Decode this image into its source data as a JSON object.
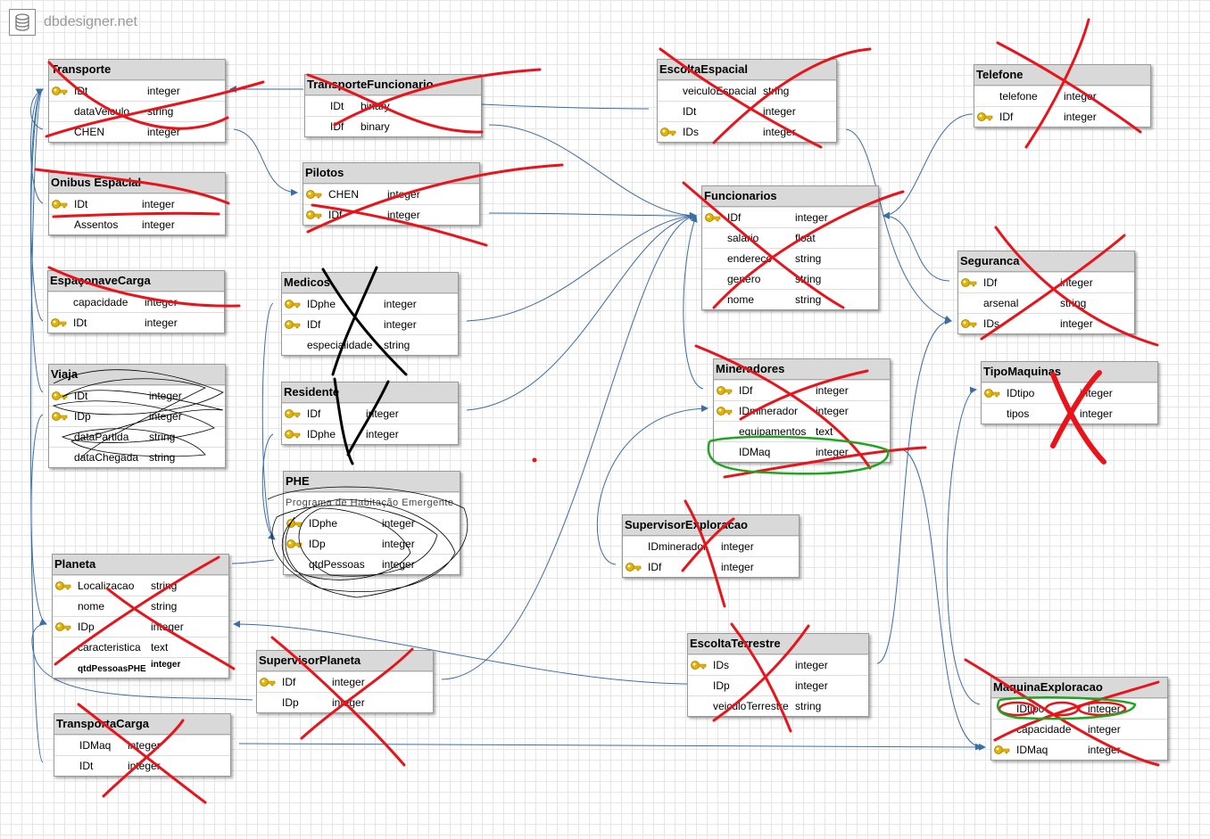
{
  "app": {
    "brand": "dbdesigner.net",
    "logo_icon": "database-icon"
  },
  "tables": {
    "transporte": {
      "title": "Transporte",
      "rows": [
        {
          "name": "IDt",
          "type": "integer"
        },
        {
          "name": "dataVeiculo",
          "type": "string"
        },
        {
          "name": "CHEN",
          "type": "integer"
        }
      ]
    },
    "transportefuncionario": {
      "title": "TransporteFuncionario",
      "rows": [
        {
          "name": "IDt",
          "type": "binary"
        },
        {
          "name": "IDf",
          "type": "binary"
        }
      ]
    },
    "escoltaespacial": {
      "title": "EscoltaEspacial",
      "rows": [
        {
          "name": "veiculoEspacial",
          "type": "string"
        },
        {
          "name": "IDt",
          "type": "integer"
        },
        {
          "name": "IDs",
          "type": "integer"
        }
      ]
    },
    "telefone": {
      "title": "Telefone",
      "rows": [
        {
          "name": "telefone",
          "type": "integer"
        },
        {
          "name": "IDf",
          "type": "integer"
        }
      ]
    },
    "onibusespacial": {
      "title": "Onibus Espacial",
      "rows": [
        {
          "name": "IDt",
          "type": "integer"
        },
        {
          "name": "Assentos",
          "type": "integer"
        }
      ]
    },
    "pilotos": {
      "title": "Pilotos",
      "rows": [
        {
          "name": "CHEN",
          "type": "integer"
        },
        {
          "name": "IDf",
          "type": "integer"
        }
      ]
    },
    "funcionarios": {
      "title": "Funcionarios",
      "rows": [
        {
          "name": "IDf",
          "type": "integer"
        },
        {
          "name": "salario",
          "type": "float"
        },
        {
          "name": "endereco",
          "type": "string"
        },
        {
          "name": "genero",
          "type": "string"
        },
        {
          "name": "nome",
          "type": "string"
        }
      ]
    },
    "seguranca": {
      "title": "Seguranca",
      "rows": [
        {
          "name": "IDf",
          "type": "integer"
        },
        {
          "name": "arsenal",
          "type": "string"
        },
        {
          "name": "IDs",
          "type": "integer"
        }
      ]
    },
    "espaconavecarga": {
      "title": "EspaçonaveCarga",
      "rows": [
        {
          "name": "capacidade",
          "type": "integer"
        },
        {
          "name": "IDt",
          "type": "integer"
        }
      ]
    },
    "medicos": {
      "title": "Medicos",
      "rows": [
        {
          "name": "IDphe",
          "type": "integer"
        },
        {
          "name": "IDf",
          "type": "integer"
        },
        {
          "name": "especialidade",
          "type": "string"
        }
      ]
    },
    "mineradores": {
      "title": "Mineradores",
      "rows": [
        {
          "name": "IDf",
          "type": "integer"
        },
        {
          "name": "IDminerador",
          "type": "integer"
        },
        {
          "name": "equipamentos",
          "type": "text"
        },
        {
          "name": "IDMaq",
          "type": "integer"
        }
      ]
    },
    "tipomaquinas": {
      "title": "TipoMaquinas",
      "rows": [
        {
          "name": "IDtipo",
          "type": "integer"
        },
        {
          "name": "tipos",
          "type": "integer"
        }
      ]
    },
    "viaja": {
      "title": "Viaja",
      "rows": [
        {
          "name": "IDt",
          "type": "integer"
        },
        {
          "name": "IDp",
          "type": "integer"
        },
        {
          "name": "dataPartida",
          "type": "string"
        },
        {
          "name": "dataChegada",
          "type": "string"
        }
      ]
    },
    "residente": {
      "title": "Residente",
      "rows": [
        {
          "name": "IDf",
          "type": "integer"
        },
        {
          "name": "IDphe",
          "type": "integer"
        }
      ]
    },
    "phe": {
      "title": "PHE",
      "note": "Programa de Habitação Emergente",
      "rows": [
        {
          "name": "IDphe",
          "type": "integer"
        },
        {
          "name": "IDp",
          "type": "integer"
        },
        {
          "name": "qtdPessoas",
          "type": "integer"
        }
      ]
    },
    "supervisorexploracao": {
      "title": "SupervisorExploracao",
      "rows": [
        {
          "name": "IDminerador",
          "type": "integer"
        },
        {
          "name": "IDf",
          "type": "integer"
        }
      ]
    },
    "planeta": {
      "title": "Planeta",
      "rows": [
        {
          "name": "Localizacao",
          "type": "string"
        },
        {
          "name": "nome",
          "type": "string"
        },
        {
          "name": "IDp",
          "type": "integer"
        },
        {
          "name": "caracteristica",
          "type": "text"
        }
      ],
      "extra": {
        "name": "qtdPessoasPHE",
        "type": "integer"
      }
    },
    "supervisorplaneta": {
      "title": "SupervisorPlaneta",
      "rows": [
        {
          "name": "IDf",
          "type": "integer"
        },
        {
          "name": "IDp",
          "type": "integer"
        }
      ]
    },
    "escoltaterrestre": {
      "title": "EscoltaTerrestre",
      "rows": [
        {
          "name": "IDs",
          "type": "integer"
        },
        {
          "name": "IDp",
          "type": "integer"
        },
        {
          "name": "veiculoTerrestre",
          "type": "string"
        }
      ]
    },
    "transportacarga": {
      "title": "TransportaCarga",
      "rows": [
        {
          "name": "IDMaq",
          "type": "integer"
        },
        {
          "name": "IDt",
          "type": "integer"
        }
      ]
    },
    "maquinaexploracao": {
      "title": "MaquinaExploracao",
      "rows": [
        {
          "name": "IDtipo",
          "type": "integer"
        },
        {
          "name": "capacidade",
          "type": "integer"
        },
        {
          "name": "IDMaq",
          "type": "integer"
        }
      ]
    }
  },
  "colors": {
    "connector": "#3a6ea5",
    "red_mark": "#e8141c",
    "black_mark": "#000000",
    "green_mark": "#1fa51f",
    "key": "#e5b400"
  }
}
